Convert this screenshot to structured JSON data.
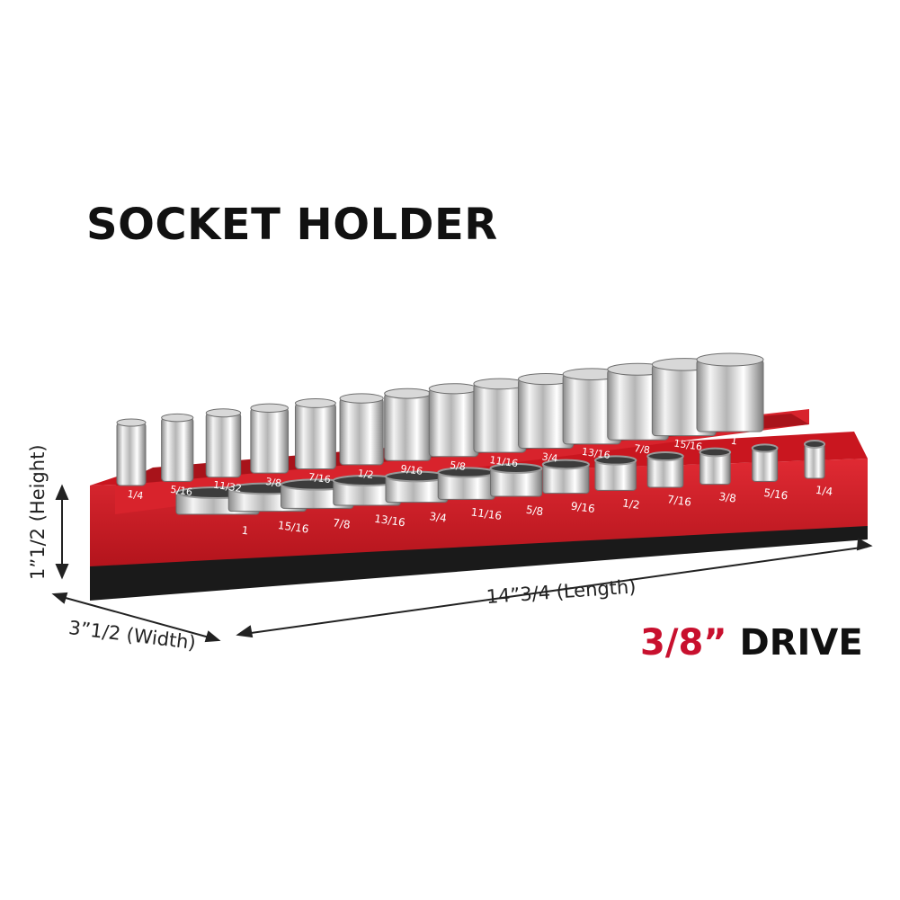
{
  "title": "SOCKET HOLDER",
  "drive": {
    "fraction": "3/8”",
    "label": "DRIVE"
  },
  "dimensions": {
    "length": "14”3/4 (Length)",
    "width": "3”1/2 (Width)",
    "height": "1”1/2 (Height)"
  },
  "back_row_labels": [
    "1/4",
    "5/16",
    "11/32",
    "3/8",
    "7/16",
    "1/2",
    "9/16",
    "5/8",
    "11/16",
    "3/4",
    "13/16",
    "7/8",
    "15/16",
    "1"
  ],
  "front_row_labels": [
    "1",
    "15/16",
    "7/8",
    "13/16",
    "3/4",
    "11/16",
    "5/8",
    "9/16",
    "1/2",
    "7/16",
    "3/8",
    "5/16",
    "1/4"
  ],
  "colors": {
    "tray": "#d4202a",
    "tray_dark": "#9c1119",
    "base": "#1a1a1a",
    "accent": "#c8102e"
  }
}
